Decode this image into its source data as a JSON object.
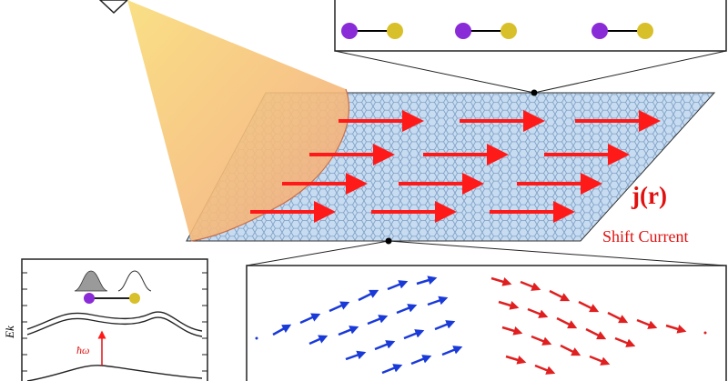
{
  "labels": {
    "current_symbol": "j(r)",
    "shift_current": "Shift Current",
    "energy_axis": "Ek",
    "photon_energy": "ħω"
  },
  "colors": {
    "current_arrow": "#ff1a1a",
    "flow_arrow_left": "#1a3ad8",
    "flow_arrow_right": "#e02020",
    "atom_a": "#8a2bd8",
    "atom_b": "#d8c02a",
    "lattice_fill": "#b9d0ea",
    "cone_top": "#f6d36a",
    "cone_bottom": "#f4a57a"
  },
  "icons": [
    "laser-source-icon",
    "atom-dimer-icon",
    "shift-current-arrow-icon"
  ]
}
